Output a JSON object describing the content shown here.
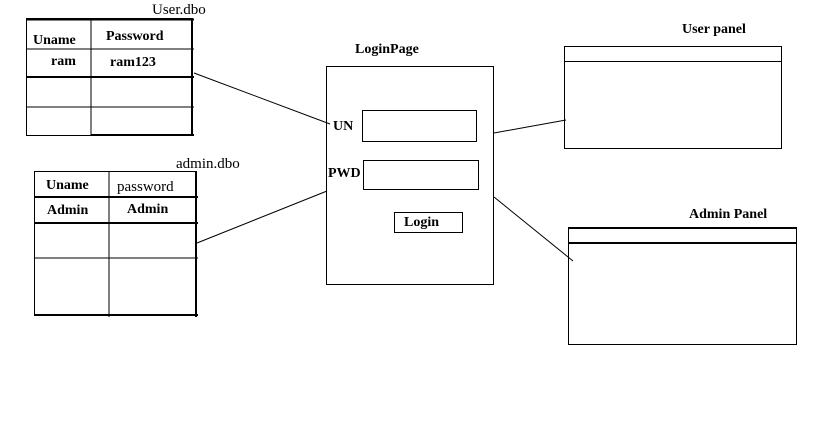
{
  "user_table": {
    "title": "User.dbo",
    "headers": [
      "Uname",
      "Password"
    ],
    "rows": [
      [
        "ram",
        "ram123"
      ]
    ]
  },
  "admin_table": {
    "title": "admin.dbo",
    "headers": [
      "Uname",
      "password"
    ],
    "rows": [
      [
        "Admin",
        "Admin"
      ]
    ]
  },
  "login_page": {
    "title": "LoginPage",
    "un_label": "UN",
    "un_value": "",
    "pwd_label": "PWD",
    "pwd_value": "",
    "login_button": "Login"
  },
  "user_panel": {
    "title": "User panel"
  },
  "admin_panel": {
    "title": "Admin Panel"
  }
}
